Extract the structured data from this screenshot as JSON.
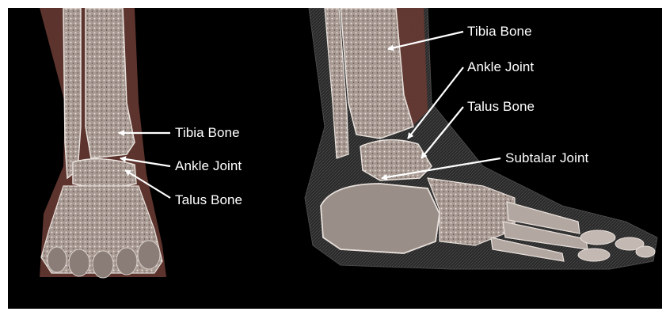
{
  "figure": {
    "left_view": {
      "labels": {
        "tibia": "Tibia Bone",
        "ankle": "Ankle Joint",
        "talus": "Talus Bone"
      }
    },
    "right_view": {
      "labels": {
        "tibia": "Tibia Bone",
        "ankle": "Ankle Joint",
        "talus": "Talus Bone",
        "subtalar": "Subtalar Joint"
      }
    }
  },
  "colors": {
    "background": "#000000",
    "bone": "#c9bdb6",
    "soft_tissue": "#6b3a33",
    "label_text": "#ffffff",
    "arrow": "#ffffff"
  }
}
